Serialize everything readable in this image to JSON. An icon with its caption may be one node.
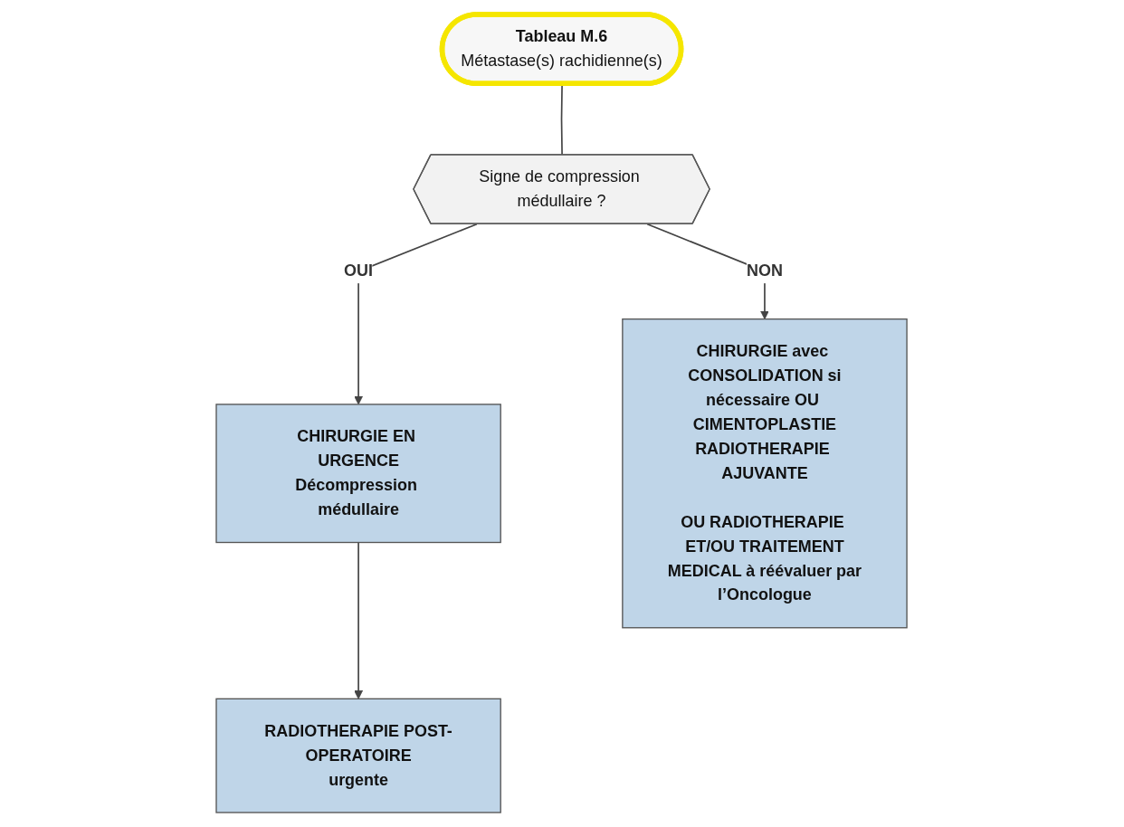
{
  "diagram": {
    "nodes": [
      {
        "text": [
          "Tableau M.6",
          "Métastase(s) rachidienne(s)"
        ]
      },
      {
        "text": [
          "Signe de compression médullaire ?"
        ]
      },
      {
        "text": [
          "CHIRURGIE EN URGENCE",
          "Décompression médullaire"
        ]
      },
      {
        "text": [
          "RADIOTHERAPIE POST-OPERATOIRE urgente"
        ]
      },
      {
        "text": [
          "CHIRURGIE avec CONSOLIDATION si nécessaire OU CIMENTOPLASTIE RADIOTHERAPIE AJUVANTE",
          "OU RADIOTHERAPIE ET/OU TRAITEMENT MEDICAL à réévaluer par l’Oncologue"
        ]
      }
    ],
    "edges": [
      {
        "from": 0,
        "to": 1,
        "arrow": "none"
      },
      {
        "from": 1,
        "to": 2,
        "label": "OUI",
        "arrow": "to"
      },
      {
        "from": 1,
        "to": 4,
        "label": "NON",
        "arrow": "to"
      },
      {
        "from": 2,
        "to": 3,
        "arrow": "to"
      }
    ]
  }
}
